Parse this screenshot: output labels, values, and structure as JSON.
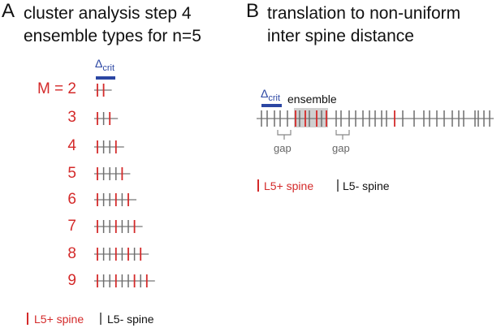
{
  "colors": {
    "red_spine": "#d42a2a",
    "gray_spine": "#6e6e6e",
    "delta_crit": "#2b46a3",
    "ensemble_box": "#cfcfcf"
  },
  "panel_a": {
    "letter": "A",
    "title_line1": "cluster analysis step 4",
    "title_line2": "ensemble types for n=5",
    "delta_crit_label": "Δ",
    "delta_crit_sub": "crit",
    "rows": [
      {
        "label": "M = 2",
        "pattern": "RR"
      },
      {
        "label": "3",
        "pattern": "RGR"
      },
      {
        "label": "4",
        "pattern": "RGGR"
      },
      {
        "label": "5",
        "pattern": "RGGGR"
      },
      {
        "label": "6",
        "pattern": "RGGRGR"
      },
      {
        "label": "7",
        "pattern": "RGGRGGR"
      },
      {
        "label": "8",
        "pattern": "RGGRGRGR"
      },
      {
        "label": "9",
        "pattern": "RGGRGGRGR"
      }
    ],
    "legend_red": "L5+ spine",
    "legend_gray": "L5- spine"
  },
  "panel_b": {
    "letter": "B",
    "title_line1": "translation to non-uniform",
    "title_line2": "inter spine distance",
    "delta_crit_label": "Δ",
    "delta_crit_sub": "crit",
    "ensemble_label": "ensemble",
    "gap_label_1": "gap",
    "gap_label_2": "gap",
    "legend_red": "L5+ spine",
    "legend_gray": "L5- spine"
  }
}
